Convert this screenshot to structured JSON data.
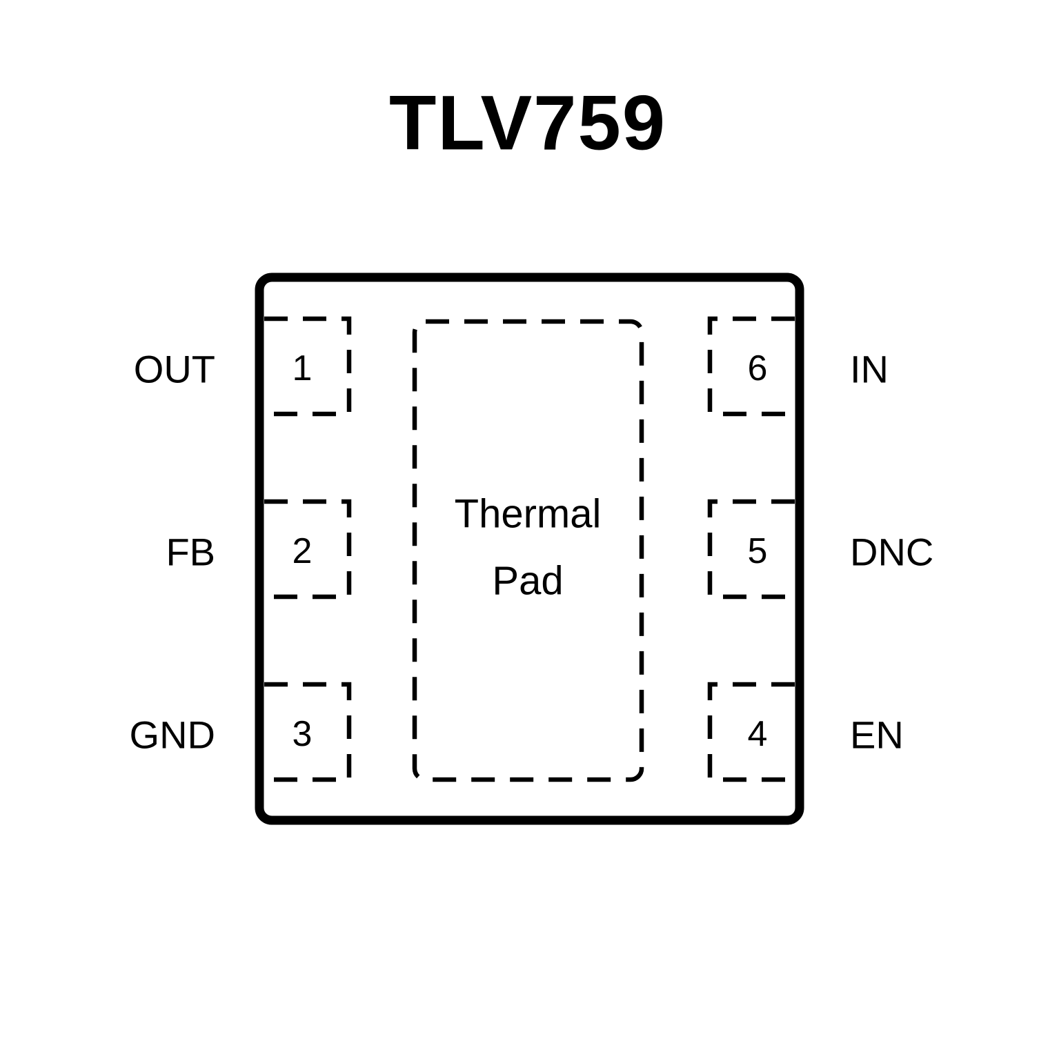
{
  "title": "TLV759",
  "package": {
    "pins_left": [
      {
        "number": "1",
        "label": "OUT"
      },
      {
        "number": "2",
        "label": "FB"
      },
      {
        "number": "3",
        "label": "GND"
      }
    ],
    "pins_right": [
      {
        "number": "6",
        "label": "IN"
      },
      {
        "number": "5",
        "label": "DNC"
      },
      {
        "number": "4",
        "label": "EN"
      }
    ],
    "thermal_pad": {
      "line1": "Thermal",
      "line2": "Pad"
    }
  },
  "colors": {
    "line": "#000000",
    "background": "#ffffff",
    "text": "#000000"
  }
}
